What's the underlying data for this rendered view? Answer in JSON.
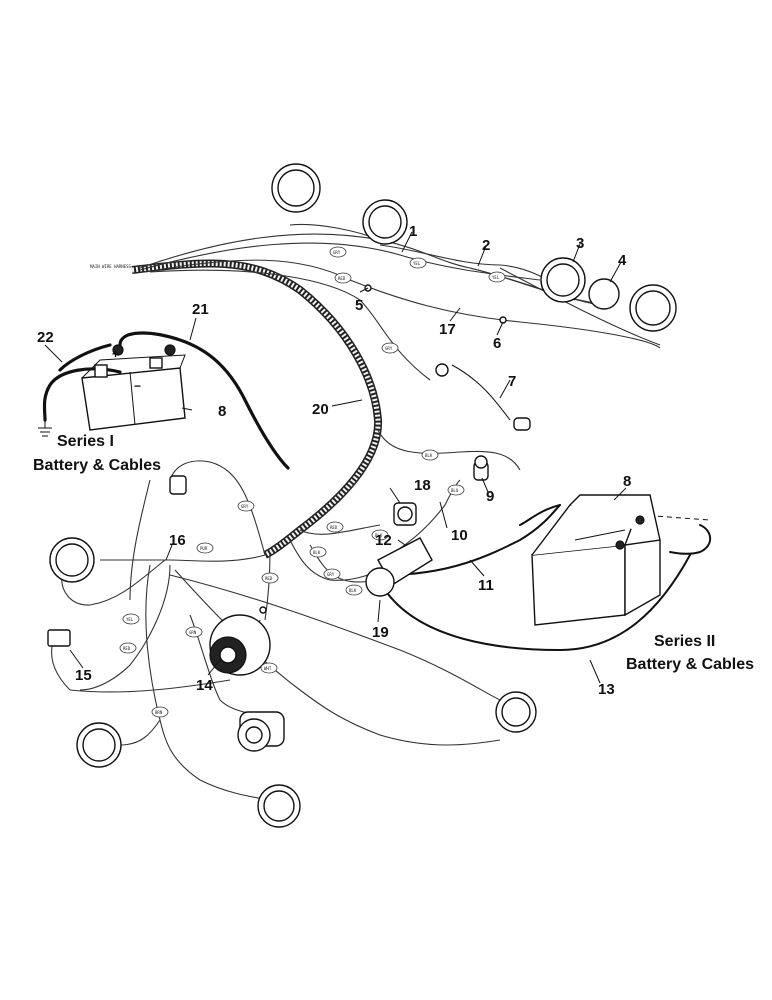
{
  "diagram": {
    "harness_label": "MAIN WIRE HARNESS",
    "series_one_caption": [
      "Series I",
      "Battery & Cables"
    ],
    "series_two_caption": [
      "Series II",
      "Battery & Cables"
    ],
    "callouts": {
      "c1": "1",
      "c2": "2",
      "c3": "3",
      "c4": "4",
      "c5": "5",
      "c6": "6",
      "c7": "7",
      "c8a": "8",
      "c8b": "8",
      "c9": "9",
      "c10": "10",
      "c11": "11",
      "c12": "12",
      "c13": "13",
      "c14": "14",
      "c15": "15",
      "c16": "16",
      "c17": "17",
      "c18": "18",
      "c19": "19",
      "c20": "20",
      "c21": "21",
      "c22": "22"
    },
    "wire_tags": {
      "t1": "GRY",
      "t2": "YEL",
      "t3": "YEL",
      "t4": "RED",
      "t5": "GRY",
      "t6": "BLK",
      "t7": "BLU",
      "t8": "RED",
      "t9": "BLK",
      "t10": "BLK",
      "t11": "GRY",
      "t12": "PUR",
      "t13": "RED",
      "t14": "YEL",
      "t15": "RED",
      "t16": "GRN",
      "t17": "BRN",
      "t18": "GRY",
      "t19": "WHT",
      "t20": "BLK"
    },
    "polarity": {
      "plus": "+",
      "minus": "−"
    }
  }
}
